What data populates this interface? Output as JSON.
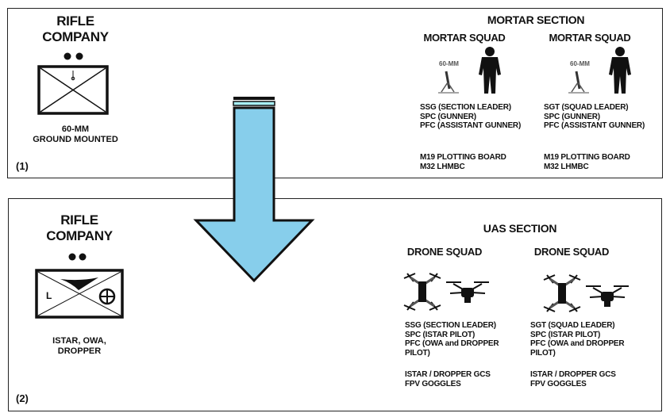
{
  "panel1": {
    "unit_title_line1": "RIFLE",
    "unit_title_line2": "COMPANY",
    "caption_line1": "60-MM",
    "caption_line2": "GROUND MOUNTED",
    "label": "(1)",
    "section_title": "MORTAR SECTION",
    "squads": [
      {
        "title": "MORTAR SQUAD",
        "weapon_label": "60-MM",
        "personnel": [
          "SSG (SECTION LEADER)",
          "SPC (GUNNER)",
          "PFC (ASSISTANT GUNNER)"
        ],
        "equipment": [
          "M19 PLOTTING BOARD",
          "M32 LHMBC"
        ]
      },
      {
        "title": "MORTAR SQUAD",
        "weapon_label": "60-MM",
        "personnel": [
          "SGT (SQUAD LEADER)",
          "SPC (GUNNER)",
          "PFC (ASSISTANT GUNNER)"
        ],
        "equipment": [
          "M19 PLOTTING BOARD",
          "M32 LHMBC"
        ]
      }
    ]
  },
  "panel2": {
    "unit_title_line1": "RIFLE",
    "unit_title_line2": "COMPANY",
    "symbol_letter": "L",
    "caption_line1": "ISTAR, OWA,",
    "caption_line2": "DROPPER",
    "label": "(2)",
    "section_title": "UAS SECTION",
    "squads": [
      {
        "title": "DRONE SQUAD",
        "personnel": [
          "SSG (SECTION LEADER)",
          "SPC (ISTAR PILOT)",
          "PFC (OWA and DROPPER",
          "PILOT)"
        ],
        "equipment": [
          "ISTAR / DROPPER GCS",
          "FPV GOGGLES"
        ]
      },
      {
        "title": "DRONE SQUAD",
        "personnel": [
          "SGT (SQUAD LEADER)",
          "SPC (ISTAR PILOT)",
          "PFC (OWA and DROPPER",
          "PILOT)"
        ],
        "equipment": [
          "ISTAR / DROPPER GCS",
          "FPV GOGGLES"
        ]
      }
    ]
  },
  "colors": {
    "arrow_fill": "#87ceeb",
    "arrow_light": "#a8f0f8",
    "ink": "#111111"
  }
}
